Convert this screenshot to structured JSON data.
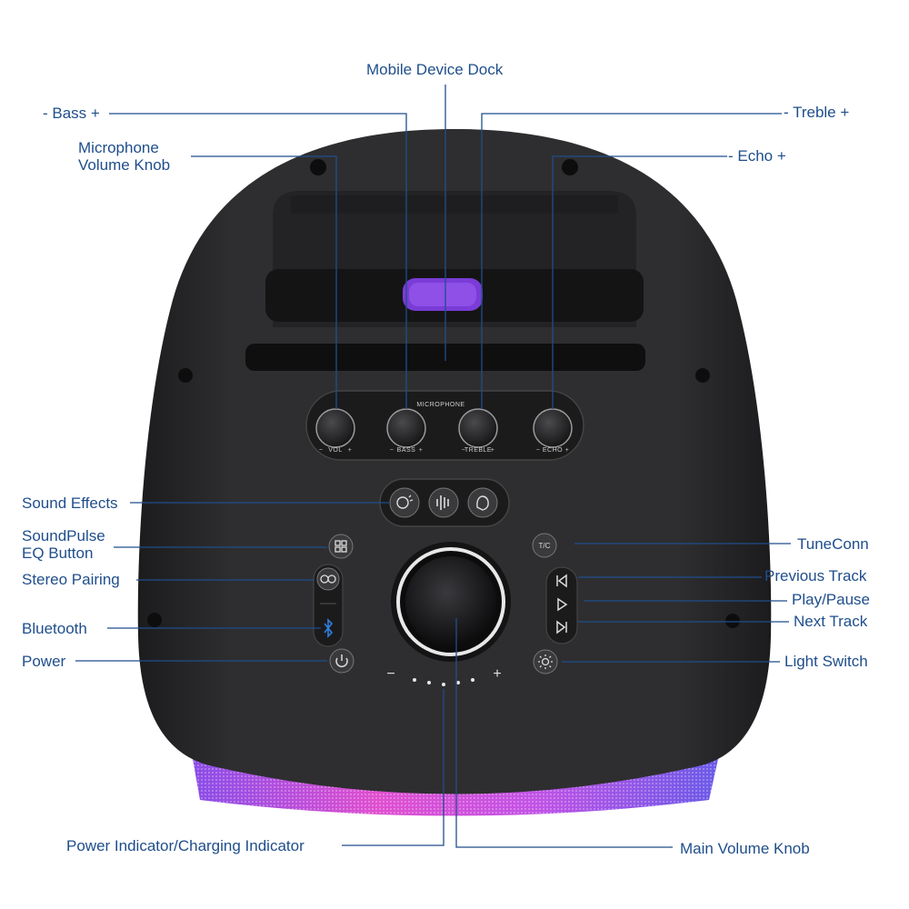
{
  "labels": {
    "mobile_dock": "Mobile Device Dock",
    "bass": "- Bass +",
    "treble": "- Treble +",
    "mic_volume_line1": "Microphone",
    "mic_volume_line2": "Volume Knob",
    "echo": "- Echo +",
    "sound_effects": "Sound Effects",
    "soundpulse_line1": "SoundPulse",
    "soundpulse_line2": "EQ Button",
    "stereo_pairing": "Stereo Pairing",
    "bluetooth": "Bluetooth",
    "power": "Power",
    "tuneconn": "TuneConn",
    "previous_track": "Previous Track",
    "play_pause": "Play/Pause",
    "next_track": "Next Track",
    "light_switch": "Light Switch",
    "power_indicator": "Power Indicator/Charging Indicator",
    "main_volume": "Main Volume Knob"
  },
  "panel": {
    "microphone": "MICROPHONE",
    "vol": "VOL",
    "bass": "BASS",
    "treble": "TREBLE",
    "echo": "ECHO",
    "minus": "−",
    "plus": "+",
    "tuneconn_icon_text": "T/C"
  },
  "colors": {
    "label": "#1f4e8c",
    "speaker_body": "#2b2b2d",
    "accent_purple": "#7a3cd6",
    "bluetooth_blue": "#2f7fe0"
  },
  "icons": [
    "sound-effect-icon",
    "waveform-icon",
    "clap-icon",
    "eq-icon",
    "stereo-icon",
    "bluetooth-icon",
    "power-icon",
    "tuneconn-icon",
    "previous-icon",
    "play-icon",
    "next-icon",
    "light-icon"
  ]
}
